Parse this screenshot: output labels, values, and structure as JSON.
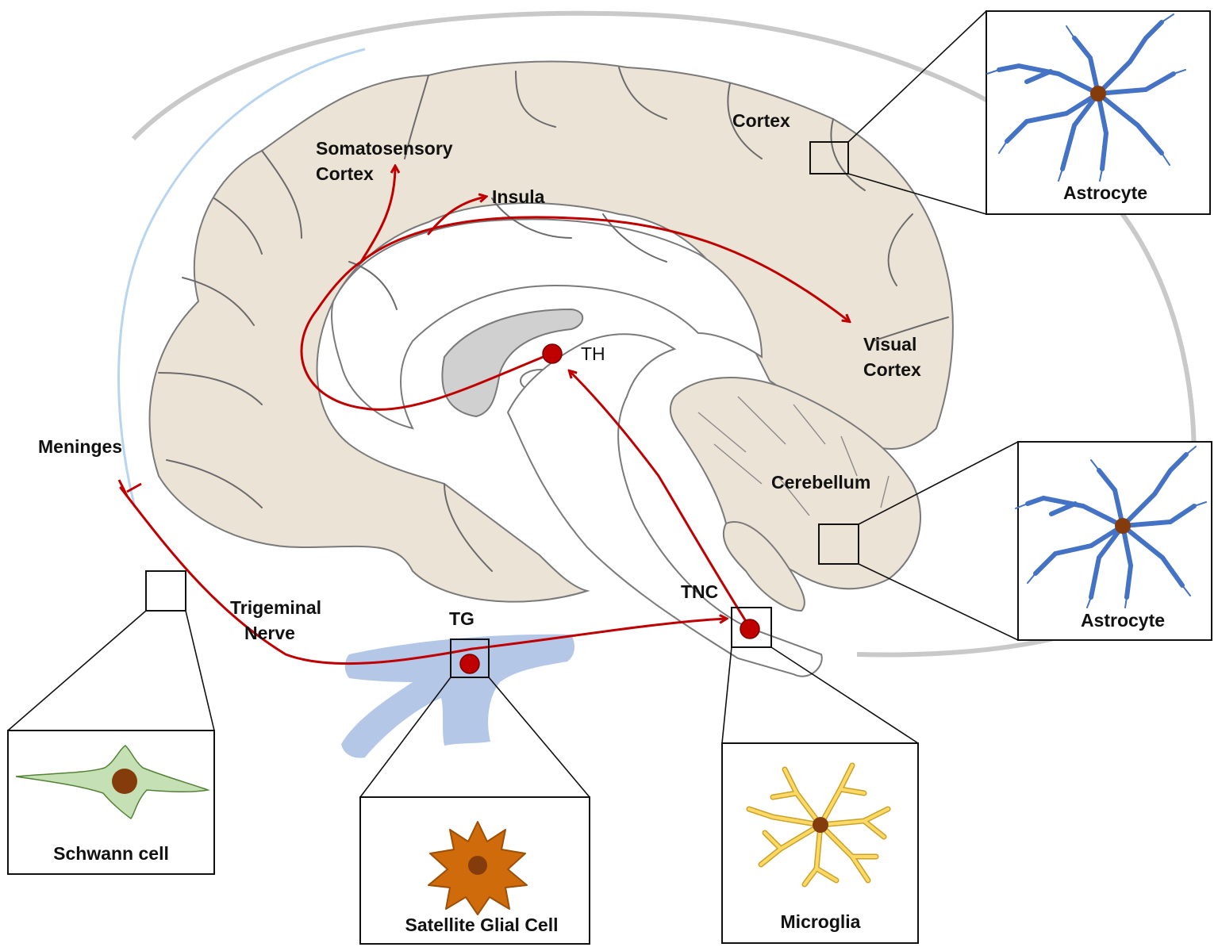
{
  "labels": {
    "somatosensory_line1": "Somatosensory",
    "somatosensory_line2": "Cortex",
    "insula": "Insula",
    "cortex": "Cortex",
    "visual_line1": "Visual",
    "visual_line2": "Cortex",
    "th": "TH",
    "meninges": "Meninges",
    "cerebellum": "Cerebellum",
    "trigeminal_line1": "Trigeminal",
    "trigeminal_line2": "Nerve",
    "tg": "TG",
    "tnc": "TNC"
  },
  "cells": {
    "astrocyte_top": "Astrocyte",
    "astrocyte_right": "Astrocyte",
    "schwann": "Schwann cell",
    "satellite": "Satellite Glial Cell",
    "microglia": "Microglia"
  },
  "colors": {
    "pathway": "#c00000",
    "cortex_fill": "#ece3d7",
    "ganglion": "#b4c7e7",
    "astrocyte": "#4472c4",
    "schwann": "#c5e0b4",
    "satellite": "#d06b0c",
    "microglia": "#ffd966",
    "nucleus": "#843c0c"
  }
}
